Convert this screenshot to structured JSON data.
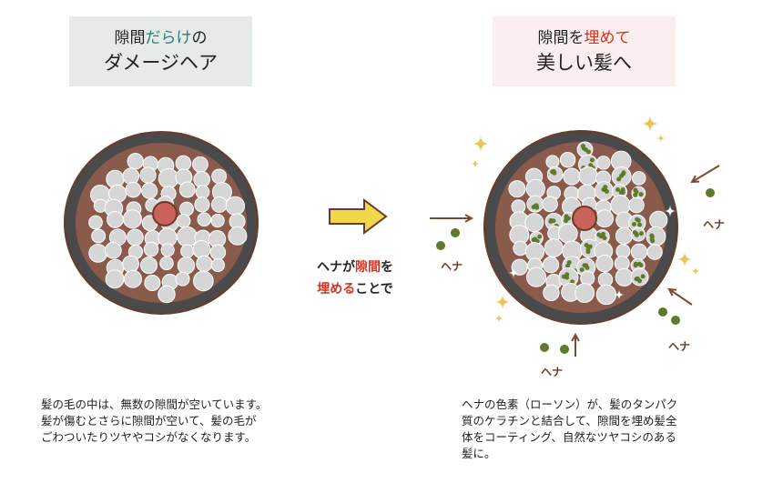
{
  "left_panel": {
    "title_line1_a": "隙間",
    "title_line1_b": "だらけ",
    "title_line1_c": "の",
    "title_line2": "ダメージヘア",
    "caption": "髪の毛の中は、無数の隙間が空いています。\n髪が傷むとさらに隙間が空いて、髪の毛が\nごわついたりツヤやコシがなくなります。"
  },
  "right_panel": {
    "title_line1_a": "隙間を",
    "title_line1_b": "埋めて",
    "title_line2": "美しい髪へ",
    "caption": "ヘナの色素（ローソン）が、髪のタンパク\n質のケラチンと結合して、隙間を埋め髪全\n体をコーティング、自然なツヤコシのある\n髪に。"
  },
  "middle": {
    "line1_a": "ヘナが",
    "line1_b": "隙間",
    "line1_c": "を",
    "line2_a": "埋める",
    "line2_b": "ことで"
  },
  "henna_label": "ヘナ",
  "colors": {
    "teal": "#2d7a7c",
    "red": "#d2331f",
    "arrow": "#f0d84a",
    "henna_green": "#5f7a2a",
    "hair_border": "#3a3a3a",
    "cell_stroke": "#6b3a2a"
  }
}
